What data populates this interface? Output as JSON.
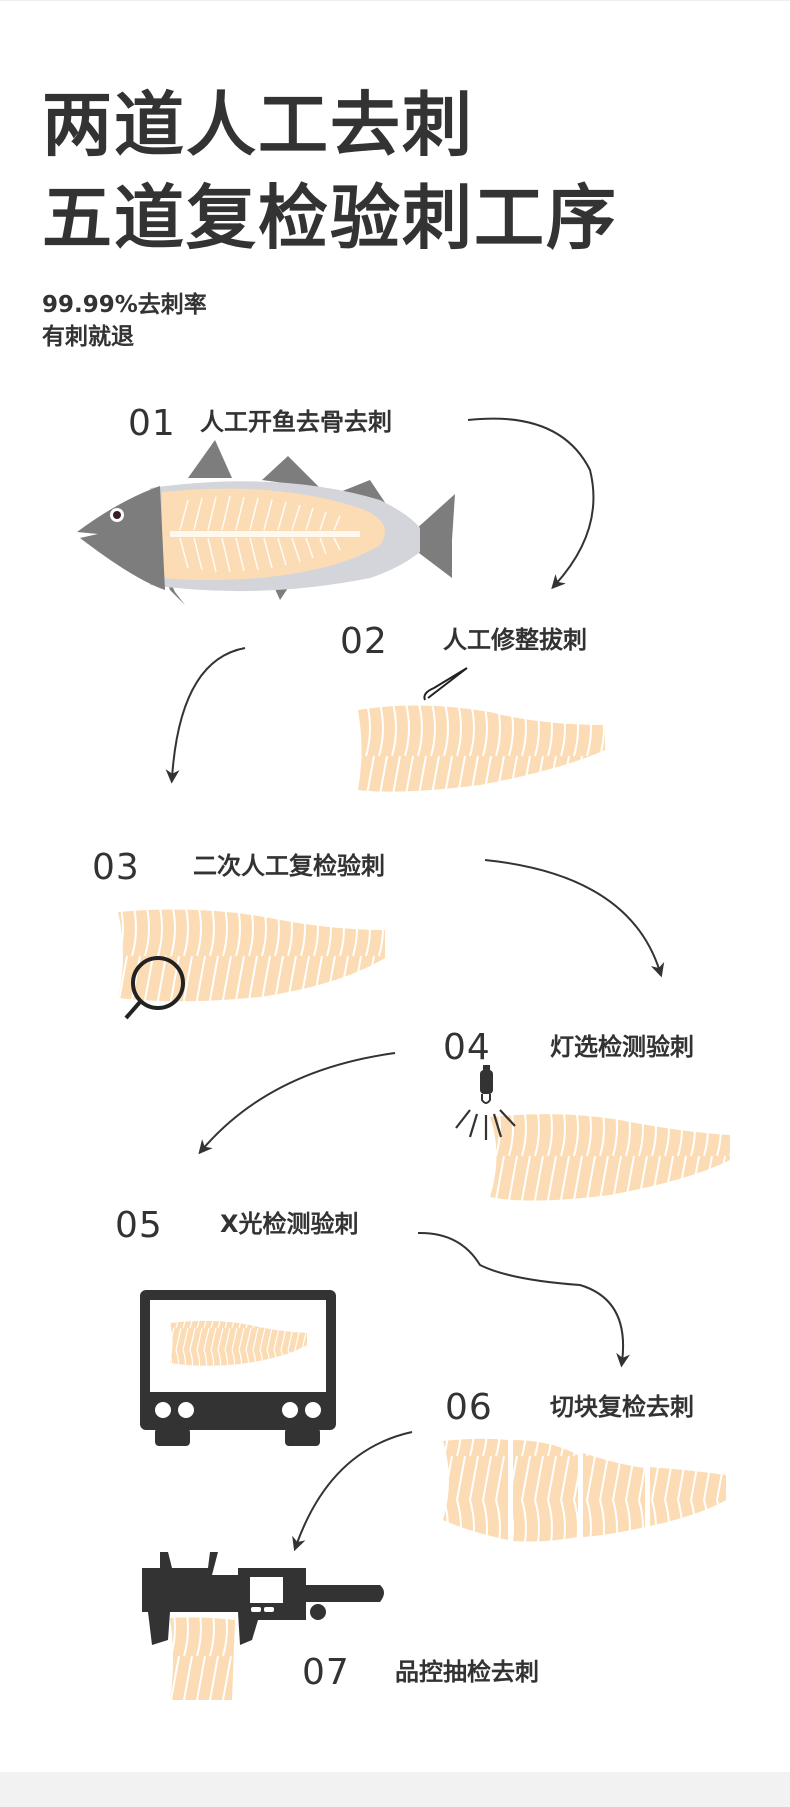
{
  "header": {
    "title_line1": "两道人工去刺",
    "title_line2": "五道复检验刺工序",
    "subtitle_line1": "99.99%去刺率",
    "subtitle_line2": "有刺就退"
  },
  "steps": [
    {
      "number": "01",
      "title": "人工开鱼去骨去刺",
      "icon": "whole-fish-icon"
    },
    {
      "number": "02",
      "title": "人工修整拔刺",
      "icon": "tweezers-icon"
    },
    {
      "number": "03",
      "title": "二次人工复检验刺",
      "icon": "magnifier-icon"
    },
    {
      "number": "04",
      "title": "灯选检测验刺",
      "icon": "lamp-icon"
    },
    {
      "number": "05",
      "title": "X光检测验刺",
      "icon": "xray-machine-icon"
    },
    {
      "number": "06",
      "title": "切块复检去刺",
      "icon": "fillet-chunks-icon"
    },
    {
      "number": "07",
      "title": "品控抽检去刺",
      "icon": "caliper-icon"
    }
  ],
  "colors": {
    "text": "#333333",
    "fillet": "#fcdcb4",
    "fish_gray": "#7d7d7d",
    "fish_belly": "#d3d5da",
    "footer": "#f2f2f2"
  }
}
